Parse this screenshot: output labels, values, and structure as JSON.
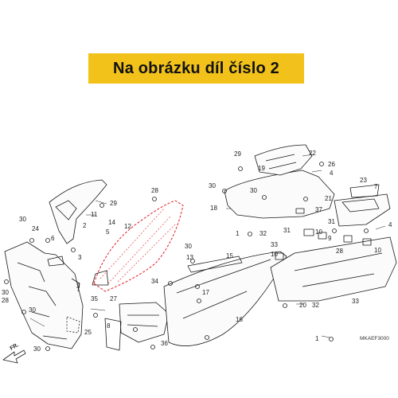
{
  "banner": {
    "title": "Na obrázku díl číslo 2"
  },
  "diagram": {
    "code": "MKAEF3000",
    "direction_label": "FR.",
    "callouts": [
      {
        "id": "c29a",
        "label": "29"
      },
      {
        "id": "c11",
        "label": "11"
      },
      {
        "id": "c14",
        "label": "14"
      },
      {
        "id": "c28a",
        "label": "28"
      },
      {
        "id": "c22",
        "label": "22"
      },
      {
        "id": "c26",
        "label": "26"
      },
      {
        "id": "c4a",
        "label": "4"
      },
      {
        "id": "c29b",
        "label": "29"
      },
      {
        "id": "c19",
        "label": "19"
      },
      {
        "id": "c30a",
        "label": "30"
      },
      {
        "id": "c30b",
        "label": "30"
      },
      {
        "id": "c23",
        "label": "23"
      },
      {
        "id": "c7",
        "label": "7"
      },
      {
        "id": "c12",
        "label": "12"
      },
      {
        "id": "c2",
        "label": "2"
      },
      {
        "id": "c5",
        "label": "5"
      },
      {
        "id": "c37",
        "label": "37"
      },
      {
        "id": "c21",
        "label": "21"
      },
      {
        "id": "c18",
        "label": "18"
      },
      {
        "id": "c31a",
        "label": "31"
      },
      {
        "id": "c4b",
        "label": "4"
      },
      {
        "id": "c10a",
        "label": "10"
      },
      {
        "id": "c30c",
        "label": "30"
      },
      {
        "id": "c24",
        "label": "24"
      },
      {
        "id": "c6",
        "label": "6"
      },
      {
        "id": "c3a",
        "label": "3"
      },
      {
        "id": "c31b",
        "label": "31"
      },
      {
        "id": "c1a",
        "label": "1"
      },
      {
        "id": "c32a",
        "label": "32"
      },
      {
        "id": "c9",
        "label": "9"
      },
      {
        "id": "c28b",
        "label": "28"
      },
      {
        "id": "c10b",
        "label": "10"
      },
      {
        "id": "c30d",
        "label": "30"
      },
      {
        "id": "c13",
        "label": "13"
      },
      {
        "id": "c10c",
        "label": "10"
      },
      {
        "id": "c30e",
        "label": "30"
      },
      {
        "id": "c15",
        "label": "15"
      },
      {
        "id": "c33a",
        "label": "33"
      },
      {
        "id": "c3b",
        "label": "3"
      },
      {
        "id": "c28c",
        "label": "28"
      },
      {
        "id": "c30f",
        "label": "30"
      },
      {
        "id": "c30g",
        "label": "30"
      },
      {
        "id": "c36",
        "label": "36"
      },
      {
        "id": "c34",
        "label": "34"
      },
      {
        "id": "c17",
        "label": "17"
      },
      {
        "id": "c35",
        "label": "35"
      },
      {
        "id": "c27",
        "label": "27"
      },
      {
        "id": "c16",
        "label": "16"
      },
      {
        "id": "c20",
        "label": "20"
      },
      {
        "id": "c32b",
        "label": "32"
      },
      {
        "id": "c33b",
        "label": "33"
      },
      {
        "id": "c25",
        "label": "25"
      },
      {
        "id": "c8",
        "label": "8"
      },
      {
        "id": "c1b",
        "label": "1"
      }
    ]
  }
}
